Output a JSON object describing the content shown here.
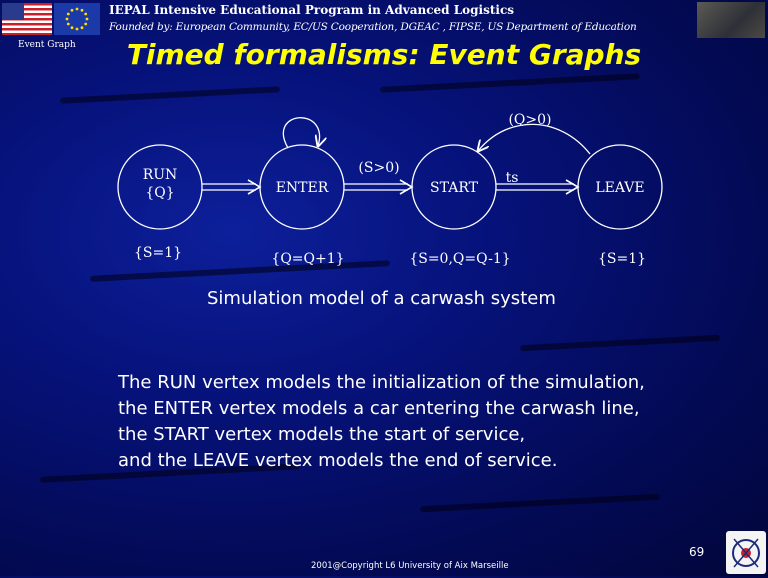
{
  "header": {
    "title": "IEPAL Intensive Educational Program in Advanced Logistics",
    "subtitle": "Founded by: European Community, EC/US Cooperation, DGEAC , FIPSE, US Department of Education"
  },
  "side_label": "Event Graph",
  "slide_title": "Timed formalisms: Event Graphs",
  "diagram": {
    "vertices": [
      {
        "name": "RUN",
        "sub": "{Q}",
        "action": "{S=1}"
      },
      {
        "name": "ENTER",
        "sub": "",
        "action": "{Q=Q+1}"
      },
      {
        "name": "START",
        "sub": "",
        "action": "{S=0,Q=Q-1}"
      },
      {
        "name": "LEAVE",
        "sub": "",
        "action": "{S=1}"
      }
    ],
    "edge_labels": {
      "enter_to_start": "(S>0)",
      "leave_to_start": "(Q>0)",
      "start_to_leave": "ts"
    }
  },
  "caption": "Simulation model of a carwash system",
  "body_lines": [
    "The RUN vertex models the initialization of the simulation,",
    "the ENTER vertex models a car entering the carwash line,",
    "the START vertex models the start of service,",
    "and the LEAVE vertex models the end of service."
  ],
  "page_number": "69",
  "footer": "2001@Copyright  L6 University of Aix Marseille",
  "colors": {
    "title": "#ffff00",
    "background": "#06127a",
    "text": "#ffffff"
  }
}
